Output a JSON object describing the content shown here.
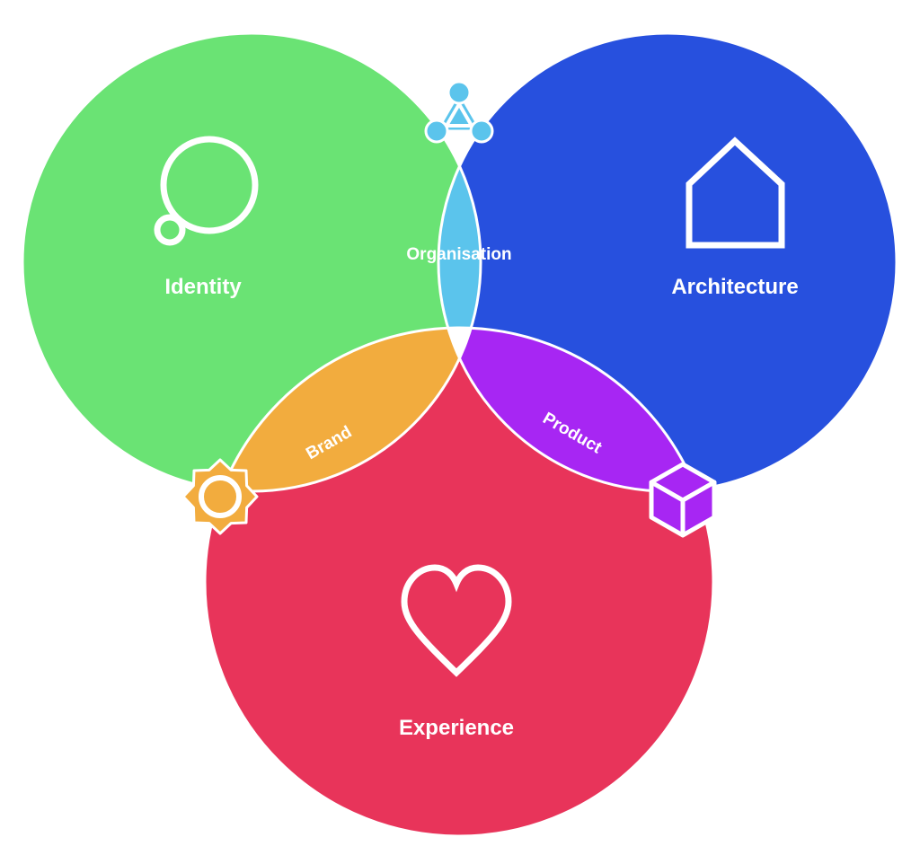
{
  "sets": [
    {
      "key": "identity",
      "label": "Identity",
      "icon": "thought-bubble-icon",
      "color": "#6AE374"
    },
    {
      "key": "architecture",
      "label": "Architecture",
      "icon": "house-icon",
      "color": "#2750DE"
    },
    {
      "key": "experience",
      "label": "Experience",
      "icon": "heart-icon",
      "color": "#E8345A"
    }
  ],
  "intersections": [
    {
      "key": "organisation",
      "sets": [
        "identity",
        "architecture"
      ],
      "label": "Organisation",
      "icon": "triangle-nodes-icon",
      "color": "#5BC4EC"
    },
    {
      "key": "brand",
      "sets": [
        "identity",
        "experience"
      ],
      "label": "Brand",
      "icon": "sun-gear-icon",
      "color": "#F2AC3E"
    },
    {
      "key": "product",
      "sets": [
        "architecture",
        "experience"
      ],
      "label": "Product",
      "icon": "cube-icon",
      "color": "#A726F3"
    }
  ],
  "center": {
    "color": "#FFFFFF"
  }
}
